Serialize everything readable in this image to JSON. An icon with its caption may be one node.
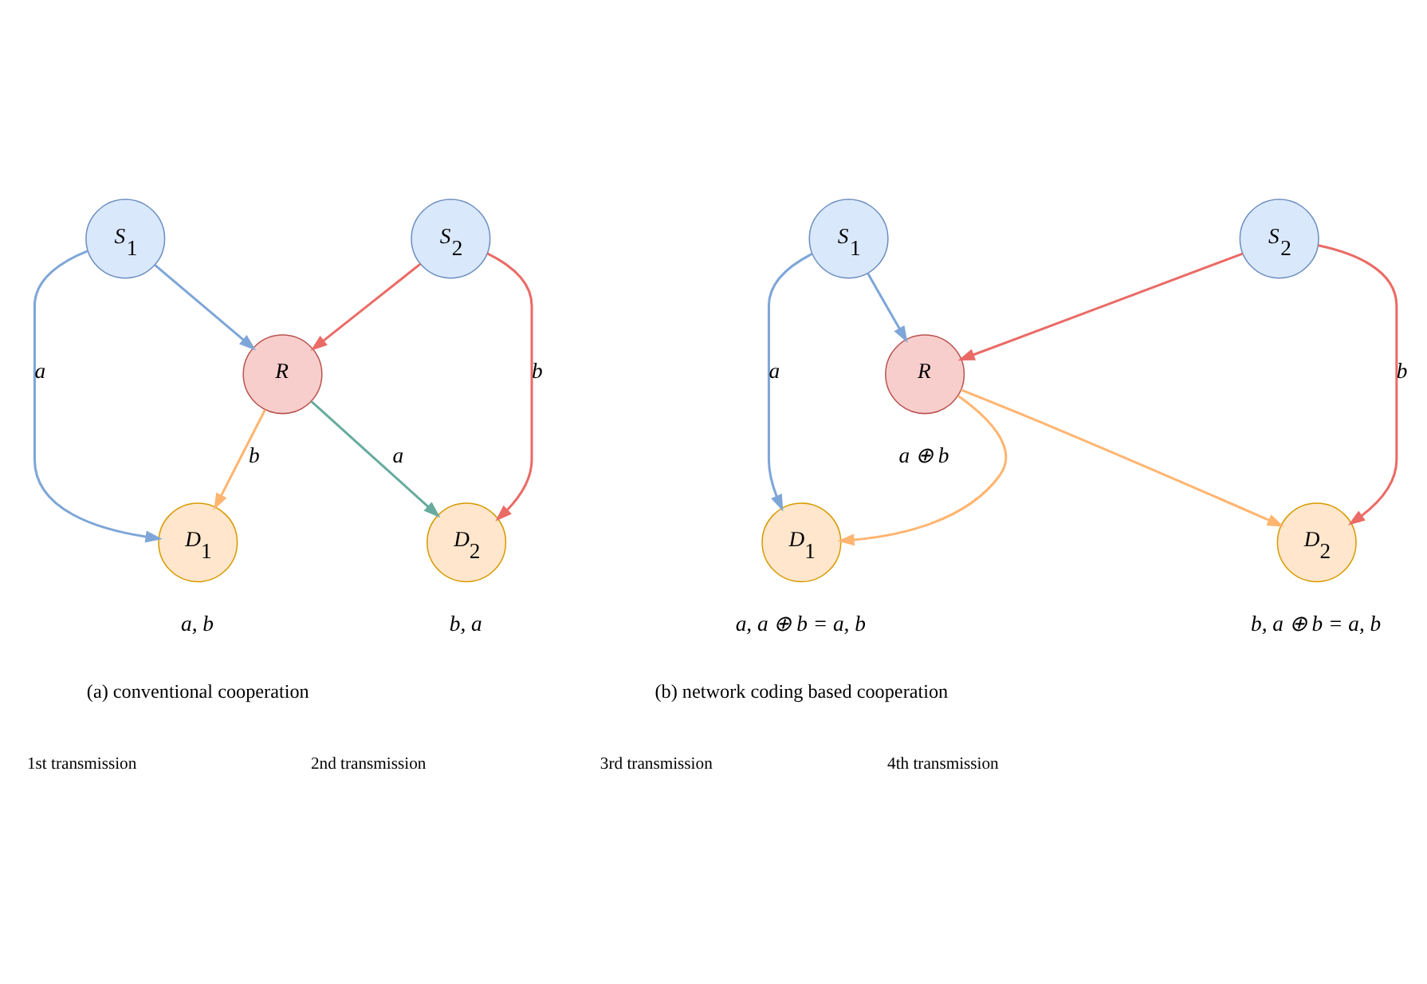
{
  "diagram": {
    "nodes": [
      {
        "text": [
          "S$_{1}$"
        ]
      },
      {
        "text": [
          "S$_{2}$"
        ]
      },
      {
        "text": [
          "R"
        ]
      },
      {
        "text": [
          "D$_{1}$"
        ],
        "beside": [
          "a, b"
        ]
      },
      {
        "text": [
          "D$_{2}$"
        ],
        "beside": [
          "b, a"
        ]
      },
      {
        "text": [
          "S$_{1}$"
        ]
      },
      {
        "text": [
          "S$_{2}$"
        ]
      },
      {
        "text": [
          "R"
        ],
        "beside": [
          "a ⊕ b"
        ]
      },
      {
        "text": [
          "D$_{1}$"
        ],
        "beside": [
          "a, a ⊕ b = a, b"
        ]
      },
      {
        "text": [
          "D$_{2}$"
        ],
        "beside": [
          "b, a ⊕ b = a, b"
        ]
      }
    ],
    "edges": [
      {
        "from": 0,
        "to": 3,
        "arrow": "to",
        "label": "a",
        "color": "#7ea6d8"
      },
      {
        "from": 0,
        "to": 2,
        "arrow": "to",
        "color": "#7ea6d8"
      },
      {
        "from": 1,
        "to": 2,
        "arrow": "to",
        "color": "#ea6b66"
      },
      {
        "from": 1,
        "to": 4,
        "arrow": "to",
        "label": "b",
        "color": "#ea6b66"
      },
      {
        "from": 2,
        "to": 3,
        "arrow": "to",
        "label": "b",
        "color": "#ffb570"
      },
      {
        "from": 2,
        "to": 4,
        "arrow": "to",
        "label": "a",
        "color": "#67ab9f"
      },
      {
        "from": 5,
        "to": 8,
        "arrow": "to",
        "label": "a",
        "color": "#7ea6d8"
      },
      {
        "from": 5,
        "to": 7,
        "arrow": "to",
        "color": "#7ea6d8"
      },
      {
        "from": 6,
        "to": 7,
        "arrow": "to",
        "color": "#ea6b66"
      },
      {
        "from": 6,
        "to": 9,
        "arrow": "to",
        "label": "b",
        "color": "#ea6b66"
      },
      {
        "from": 7,
        "to": 8,
        "arrow": "to",
        "color": "#ffb570"
      },
      {
        "from": 7,
        "to": 9,
        "arrow": "to",
        "color": "#ffb570"
      }
    ],
    "labels": [
      "(a) conventional cooperation",
      "(b) network coding based cooperation"
    ],
    "legend": [
      {
        "text": "1st transmission"
      },
      {
        "text": "2nd transmission"
      },
      {
        "text": "3rd transmission"
      },
      {
        "text": "4th transmission"
      }
    ]
  }
}
